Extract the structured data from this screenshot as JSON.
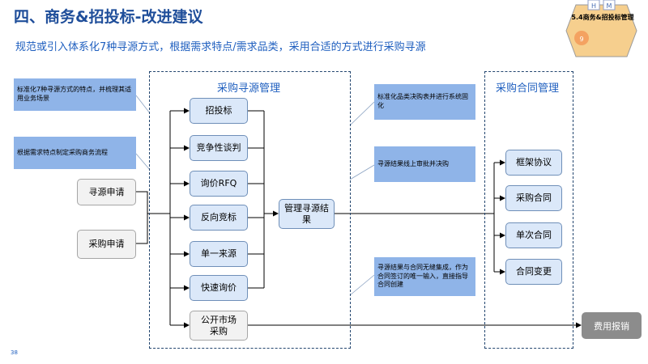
{
  "header": {
    "title": "四、商务&招投标-改进建议",
    "subtitle": "规范或引入体系化7种寻源方式，根据需求特点/需求品类，采用合适的方式进行采购寻源"
  },
  "badge": {
    "tab_h": "H",
    "tab_m": "M",
    "label": "5.4商务&招投标管理",
    "number": "9"
  },
  "page_number": "38",
  "notes": {
    "top_left": "标准化7种寻源方式的特点，并梳理其适用业务场景",
    "mid_left": "根据需求特点制定采购商务流程",
    "standardize": "标准化品类决购表并进行系统固化",
    "approval": "寻源结果线上审批并决购",
    "integration": "寻源结果与合同无缝集成，作为合同签订的唯一输入，直接指导合同创建"
  },
  "inputs": {
    "sourcing_request": "寻源申请",
    "purchase_request": "采购申请"
  },
  "sourcing_group": {
    "title": "采购寻源管理",
    "methods": [
      "招投标",
      "竞争性谈判",
      "询价RFQ",
      "反向竞标",
      "单一来源",
      "快速询价"
    ],
    "public_market": "公开市场采购",
    "result": "管理寻源结果"
  },
  "contract_group": {
    "title": "采购合同管理",
    "items": [
      "框架协议",
      "采购合同",
      "单次合同",
      "合同变更"
    ]
  },
  "expense": "费用报销",
  "colors": {
    "accent": "#1f4e9a",
    "note_fill": "#8fb4e8",
    "box_fill": "#dbe8f9",
    "badge_fill": "#f6cf8e",
    "badge_circle": "#f4a261"
  }
}
